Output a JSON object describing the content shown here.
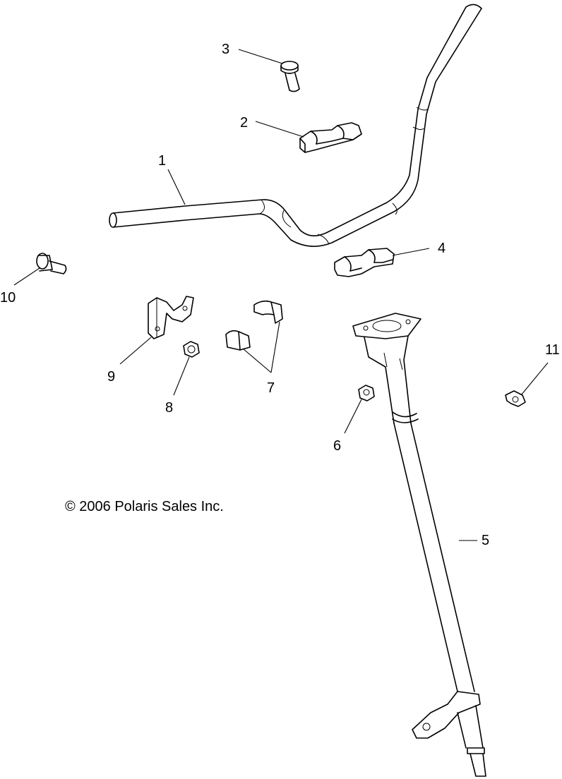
{
  "diagram": {
    "callouts": {
      "c1": "1",
      "c2": "2",
      "c3": "3",
      "c4": "4",
      "c5": "5",
      "c6": "6",
      "c7": "7",
      "c8": "8",
      "c9": "9",
      "c10": "10",
      "c11": "11"
    },
    "copyright": "© 2006 Polaris Sales Inc."
  }
}
